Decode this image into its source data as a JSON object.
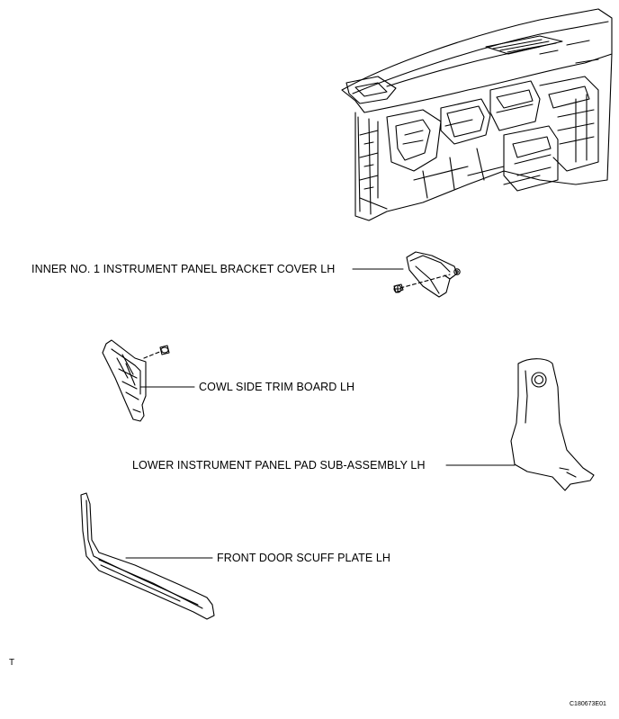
{
  "labels": {
    "bracket_cover": "INNER NO. 1 INSTRUMENT PANEL BRACKET COVER LH",
    "cowl_trim": "COWL SIDE TRIM BOARD LH",
    "lower_pad": "LOWER INSTRUMENT PANEL PAD SUB-ASSEMBLY LH",
    "scuff_plate": "FRONT DOOR SCUFF PLATE LH"
  },
  "corner_mark": "T",
  "figure_code": "C180673E01"
}
